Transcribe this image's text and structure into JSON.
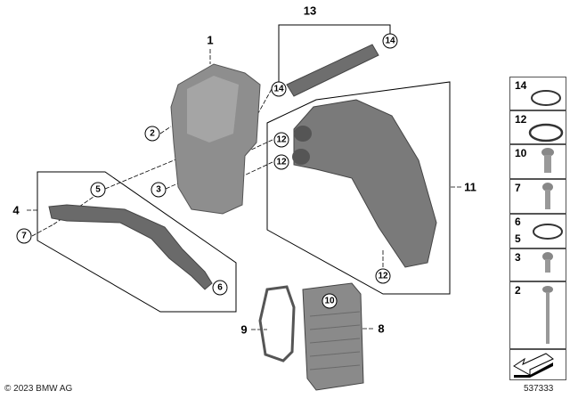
{
  "diagram_id": "537333",
  "copyright": "© 2023 BMW AG",
  "callouts": {
    "part1": "1",
    "part13": "13",
    "part4": "4",
    "part11": "11",
    "part9": "9",
    "part8": "8",
    "circle14a": "14",
    "circle14b": "14",
    "circle2": "2",
    "circle12a": "12",
    "circle12b": "12",
    "circle5": "5",
    "circle3": "3",
    "circle7": "7",
    "circle6": "6",
    "circle12c": "12",
    "circle10": "10"
  },
  "side_panel": [
    {
      "label": "14",
      "icon": "o-ring-icon"
    },
    {
      "label": "12",
      "icon": "o-ring-icon"
    },
    {
      "label": "10",
      "icon": "bolt-icon"
    },
    {
      "label": "7",
      "icon": "bolt-icon"
    },
    {
      "label": "6",
      "label2": "5",
      "icon": "o-ring-icon"
    },
    {
      "label": "3",
      "icon": "bolt-icon"
    },
    {
      "label": "2",
      "icon": "long-bolt-icon"
    }
  ],
  "colors": {
    "part_fill": "#8a8a8a",
    "part_dark": "#5e5e5e",
    "line": "#000000"
  }
}
